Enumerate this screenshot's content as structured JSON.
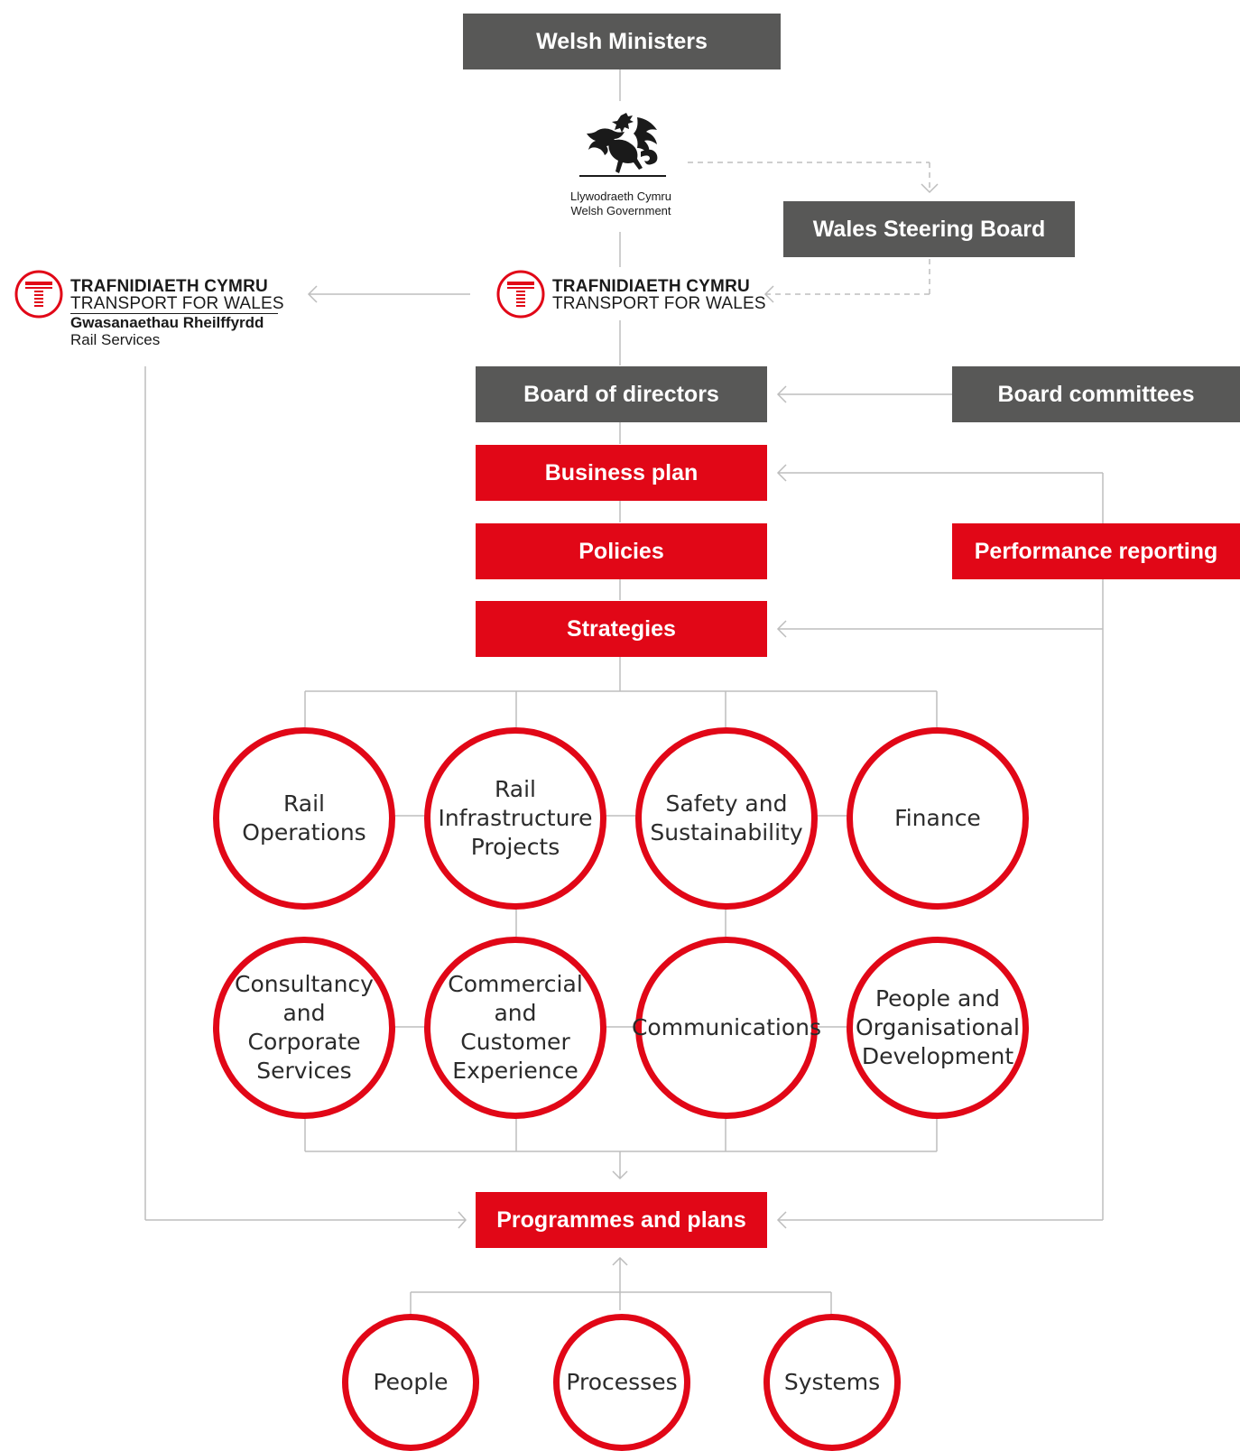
{
  "top": {
    "ministers": "Welsh Ministers"
  },
  "welsh_government": {
    "line1": "Llywodraeth Cymru",
    "line2": "Welsh Government"
  },
  "steering_board": "Wales Steering Board",
  "tfw_main": {
    "line1": "TRAFNIDIAETH CYMRU",
    "line2": "TRANSPORT FOR WALES"
  },
  "tfw_rail": {
    "line1": "TRAFNIDIAETH CYMRU",
    "line2": "TRANSPORT FOR WALES",
    "line3": "Gwasanaethau Rheilffyrdd",
    "line4": "Rail Services"
  },
  "board": {
    "directors": "Board of directors",
    "committees": "Board committees"
  },
  "governance": {
    "business_plan": "Business plan",
    "policies": "Policies",
    "strategies": "Strategies",
    "performance": "Performance reporting"
  },
  "directorates": [
    "Rail Operations",
    "Rail\nInfrastructure\nProjects",
    "Safety and\nSustainability",
    "Finance",
    "Consultancy\nand Corporate\nServices",
    "Commercial\nand Customer\nExperience",
    "Communications",
    "People and\nOrganisational\nDevelopment"
  ],
  "programmes": "Programmes and plans",
  "enablers": [
    "People",
    "Processes",
    "Systems"
  ],
  "colors": {
    "red": "#e10717",
    "grey": "#585857",
    "line": "#bdbdbd"
  }
}
